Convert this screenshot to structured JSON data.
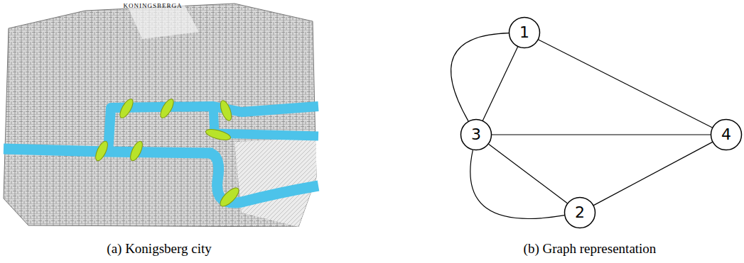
{
  "diagram": {
    "nodes": [
      {
        "text": [
          "1"
        ]
      },
      {
        "text": [
          "3"
        ]
      },
      {
        "text": [
          "4"
        ]
      },
      {
        "text": [
          "2"
        ]
      }
    ],
    "edges": [
      {
        "from": 1,
        "to": 0,
        "arrow": "none"
      },
      {
        "from": 1,
        "to": 0,
        "arrow": "none"
      },
      {
        "from": 0,
        "to": 2,
        "arrow": "none"
      },
      {
        "from": 1,
        "to": 2,
        "arrow": "none"
      },
      {
        "from": 1,
        "to": 3,
        "arrow": "none"
      },
      {
        "from": 1,
        "to": 3,
        "arrow": "none"
      },
      {
        "from": 3,
        "to": 2,
        "arrow": "none"
      }
    ],
    "labels": [
      "KONINGSBERGA",
      "(a) Konigsberg city",
      "(b) Graph representation"
    ]
  }
}
